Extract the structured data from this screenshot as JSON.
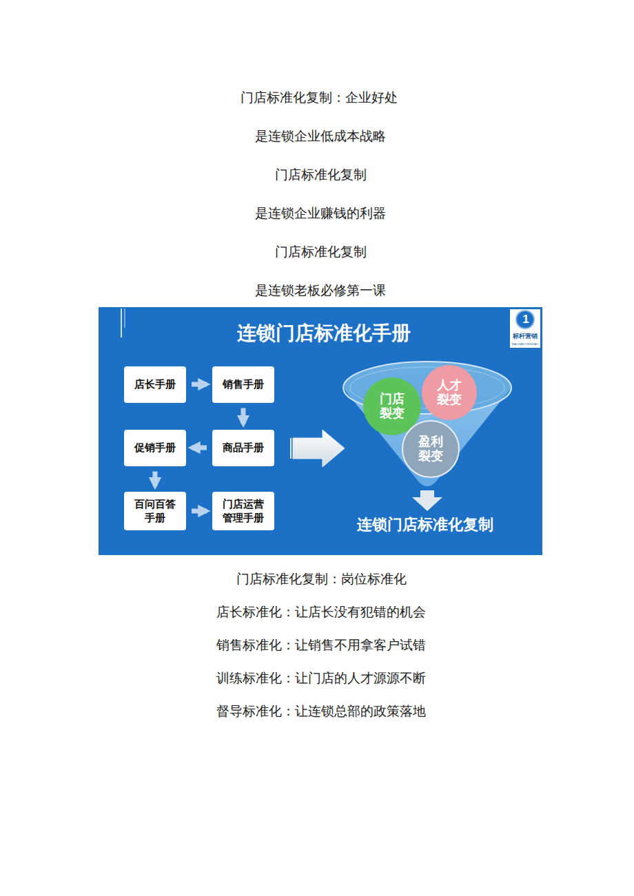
{
  "diagram": {
    "title": "连锁门店标准化手册",
    "nodes": [
      {
        "text": [
          "店长手册"
        ]
      },
      {
        "text": [
          "销售手册"
        ]
      },
      {
        "text": [
          "商品手册"
        ]
      },
      {
        "text": [
          "促销手册"
        ]
      },
      {
        "text": [
          "百问百答手册"
        ]
      },
      {
        "text": [
          "门店运营管理手册"
        ]
      },
      {
        "text": [
          "门店裂变"
        ]
      },
      {
        "text": [
          "人才裂变"
        ]
      },
      {
        "text": [
          "盈利裂变"
        ]
      }
    ],
    "edges": [
      {
        "from": 0,
        "to": 1,
        "arrow": "to"
      },
      {
        "from": 1,
        "to": 2,
        "arrow": "to"
      },
      {
        "from": 2,
        "to": 3,
        "arrow": "to"
      },
      {
        "from": 3,
        "to": 4,
        "arrow": "to"
      },
      {
        "from": 4,
        "to": 5,
        "arrow": "to"
      }
    ],
    "labels": [
      "门店标准化复制：企业好处",
      "是连锁企业低成本战略",
      "门店标准化复制",
      "是连锁企业赚钱的利器",
      "门店标准化复制",
      "是连锁老板必修第一课",
      "1",
      "标杆营销",
      "BIAOGAN YINGXIAO",
      "连锁门店标准化复制",
      "门店标准化复制：岗位标准化",
      "店长标准化：让店长没有犯错的机会",
      "销售标准化：让销售不用拿客户试错",
      "训练标准化：让门店的人才源源不断",
      "督导标准化：让连锁总部的政策落地"
    ]
  }
}
